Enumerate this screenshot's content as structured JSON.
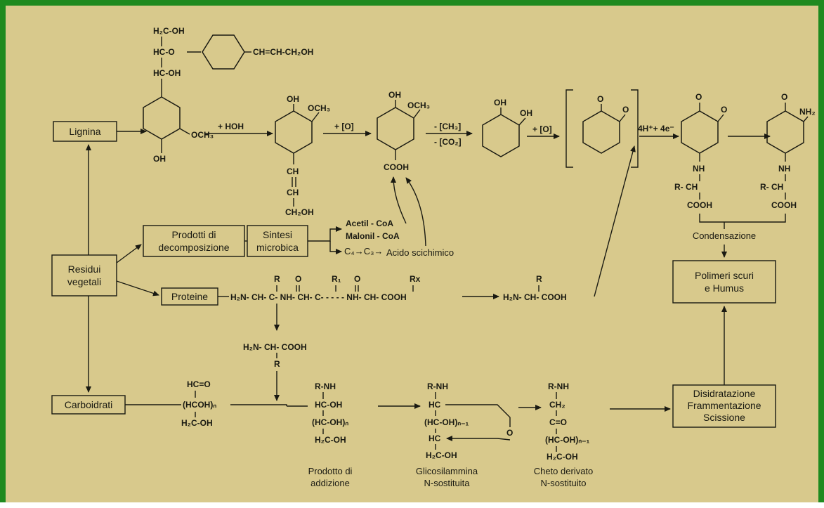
{
  "boxes": {
    "lignina": "Lignina",
    "residui_1": "Residui",
    "residui_2": "vegetali",
    "prodotti_1": "Prodotti di",
    "prodotti_2": "decomposizione",
    "sintesi_1": "Sintesi",
    "sintesi_2": "microbica",
    "proteine": "Proteine",
    "carboidrati": "Carboidrati",
    "polimeri_1": "Polimeri scuri",
    "polimeri_2": "e Humus",
    "disid_1": "Disidratazione",
    "disid_2": "Frammentazione",
    "disid_3": "Scissione"
  },
  "labels": {
    "condensazione": "Condensazione",
    "prodotto_1": "Prodotto di",
    "prodotto_2": "addizione",
    "glicosil_1": "Glicosilammina",
    "glicosil_2": "N-sostituita",
    "cheto_1": "Cheto derivato",
    "cheto_2": "N-sostituito",
    "acido": "Acido scichimico",
    "acetil": "Acetil - CoA",
    "malonil": "Malonil - CoA",
    "c4c3": "C₄→C₃→"
  },
  "reagents": {
    "hoh": "+ HOH",
    "o1": "+ [O]",
    "ch3": "- [CH₃]",
    "co2": "- [CO₂]",
    "o2": "+ [O]",
    "h4e": "4H⁺+ 4e⁻"
  },
  "lignin": {
    "l1": "H₂C-OH",
    "l2": "HC-O",
    "l2b": "CH=CH-CH₂OH",
    "l3": "HC-OH",
    "och3": "OCH₃",
    "oh": "OH"
  },
  "chem": {
    "m2_oh": "OH",
    "m2_och3": "OCH₃",
    "m2_ch1": "CH",
    "m2_ch2": "CH",
    "m2_ch2oh": "CH₂OH",
    "m3_oh": "OH",
    "m3_och3": "OCH₃",
    "m3_cooh": "COOH",
    "m4_oh1": "OH",
    "m4_oh2": "OH",
    "q_o1": "O",
    "q_o2": "O",
    "nh2": "NH₂",
    "q_nh": "NH",
    "q_rch": "R- CH",
    "q_cooh": "COOH",
    "q2_nh": "NH",
    "q2_rch": "R- CH",
    "q2_cooh": "COOH"
  },
  "protein": {
    "chain": "H₂N- CH- C- NH- CH- C- - - - - NH- CH- COOH",
    "r": "R",
    "o1": "O",
    "r1": "R₁",
    "o2": "O",
    "rx": "Rx",
    "aa_r": "R",
    "aa": "H₂N- CH- COOH",
    "branch": "H₂N- CH- COOH",
    "branch_r": "R"
  },
  "sugars": {
    "s1a": "HC=O",
    "s1b": "(HCOH)ₙ",
    "s1c": "H₂C-OH",
    "s2a": "R-NH",
    "s2b": "HC-OH",
    "s2c": "(HC-OH)ₙ",
    "s2d": "H₂C-OH",
    "s3a": "R-NH",
    "s3b": "HC",
    "s3c": "(HC-OH)ₙ₋₁",
    "s3d": "HC",
    "s3e": "H₂C-OH",
    "s3f": "O",
    "s4a": "R-NH",
    "s4b": "CH₂",
    "s4c": "C=O",
    "s4d": "(HC-OH)ₙ₋₁",
    "s4e": "H₂C-OH"
  }
}
